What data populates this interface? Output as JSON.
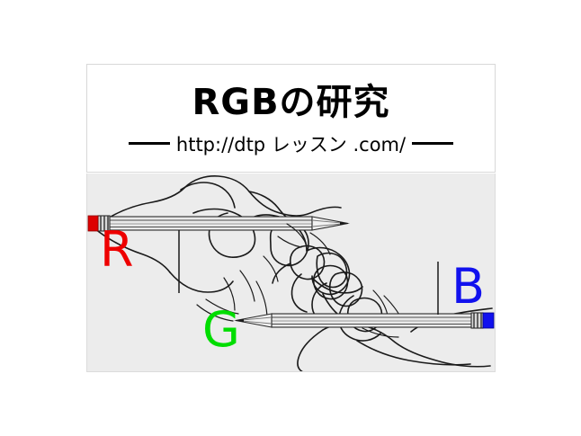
{
  "page": {
    "background_color": "#ffffff"
  },
  "title_card": {
    "name": "title-card",
    "background_color": "#ffffff",
    "border_color": "#d8d8d8",
    "main_title": "RGBの研究",
    "subtitle": "http://dtp レッスン .com/",
    "rule_left": "——",
    "rule_right": "——"
  },
  "illustration": {
    "name": "drawing-hands-illustration",
    "background_color": "#ececec",
    "border_color": "#dcdcdc",
    "description": "two hands drawing each other with pencils",
    "channels": [
      {
        "key": "r",
        "label": "R",
        "color": "#ee0000",
        "pencil_end_color": "#dd0000",
        "pencil_name": "red-pencil"
      },
      {
        "key": "g",
        "label": "G",
        "color": "#00dd00",
        "pencil_end_color": "#00cc00",
        "pencil_name": "green-pencil"
      },
      {
        "key": "b",
        "label": "B",
        "color": "#1111ee",
        "pencil_end_color": "#1111ee",
        "pencil_name": "blue-pencil"
      }
    ],
    "line_color": "#1a1a1a",
    "pencil_body_color": "#e8e8e8",
    "ferrule_color": "#555555"
  }
}
